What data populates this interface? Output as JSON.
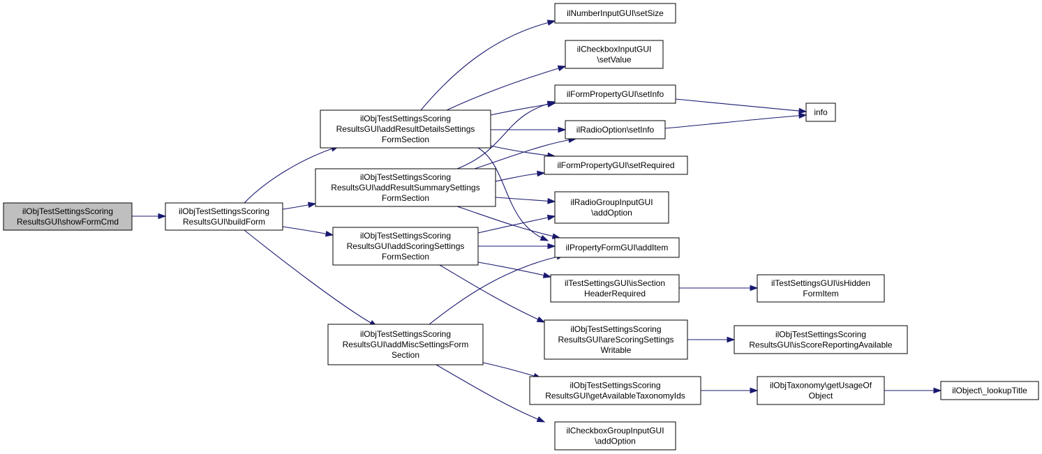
{
  "graph": {
    "colors": {
      "edge": "#191970",
      "root_fill": "#bfbfbf",
      "node_fill": "#ffffff",
      "border": "#000000"
    },
    "nodes": [
      {
        "id": "showFormCmd",
        "root": true,
        "lines": [
          "ilObjTestSettingsScoring",
          "ResultsGUI\\showFormCmd"
        ]
      },
      {
        "id": "buildForm",
        "lines": [
          "ilObjTestSettingsScoring",
          "ResultsGUI\\buildForm"
        ]
      },
      {
        "id": "addResultDetails",
        "lines": [
          "ilObjTestSettingsScoring",
          "ResultsGUI\\addResultDetailsSettings",
          "FormSection"
        ]
      },
      {
        "id": "addResultSummary",
        "lines": [
          "ilObjTestSettingsScoring",
          "ResultsGUI\\addResultSummarySettings",
          "FormSection"
        ]
      },
      {
        "id": "addScoringSettings",
        "lines": [
          "ilObjTestSettingsScoring",
          "ResultsGUI\\addScoringSettings",
          "FormSection"
        ]
      },
      {
        "id": "addMiscSettings",
        "lines": [
          "ilObjTestSettingsScoring",
          "ResultsGUI\\addMiscSettingsForm",
          "Section"
        ]
      },
      {
        "id": "numSetSize",
        "lines": [
          "ilNumberInputGUI\\setSize"
        ]
      },
      {
        "id": "chkSetValue",
        "lines": [
          "ilCheckboxInputGUI",
          "\\setValue"
        ]
      },
      {
        "id": "formPropSetInfo",
        "lines": [
          "ilFormPropertyGUI\\setInfo"
        ]
      },
      {
        "id": "info",
        "lines": [
          "info"
        ]
      },
      {
        "id": "radioSetInfo",
        "lines": [
          "ilRadioOption\\setInfo"
        ]
      },
      {
        "id": "setRequired",
        "lines": [
          "ilFormPropertyGUI\\setRequired"
        ]
      },
      {
        "id": "radioGroupAddOption",
        "lines": [
          "ilRadioGroupInputGUI",
          "\\addOption"
        ]
      },
      {
        "id": "addItem",
        "lines": [
          "ilPropertyFormGUI\\addItem"
        ]
      },
      {
        "id": "isSectionHeaderRequired",
        "lines": [
          "ilTestSettingsGUI\\isSection",
          "HeaderRequired"
        ]
      },
      {
        "id": "isHiddenFormItem",
        "lines": [
          "ilTestSettingsGUI\\isHidden",
          "FormItem"
        ]
      },
      {
        "id": "areScoringWritable",
        "lines": [
          "ilObjTestSettingsScoring",
          "ResultsGUI\\areScoringSettings",
          "Writable"
        ]
      },
      {
        "id": "isScoreReporting",
        "lines": [
          "ilObjTestSettingsScoring",
          "ResultsGUI\\isScoreReportingAvailable"
        ]
      },
      {
        "id": "getTaxonomyIds",
        "lines": [
          "ilObjTestSettingsScoring",
          "ResultsGUI\\getAvailableTaxonomyIds"
        ]
      },
      {
        "id": "getUsageOfObject",
        "lines": [
          "ilObjTaxonomy\\getUsageOf",
          "Object"
        ]
      },
      {
        "id": "lookupTitle",
        "lines": [
          "ilObject\\_lookupTitle"
        ]
      },
      {
        "id": "chkGroupAddOption",
        "lines": [
          "ilCheckboxGroupInputGUI",
          "\\addOption"
        ]
      }
    ],
    "edges": [
      [
        "showFormCmd",
        "buildForm"
      ],
      [
        "buildForm",
        "addResultDetails"
      ],
      [
        "buildForm",
        "addResultSummary"
      ],
      [
        "buildForm",
        "addScoringSettings"
      ],
      [
        "buildForm",
        "addMiscSettings"
      ],
      [
        "addResultDetails",
        "numSetSize"
      ],
      [
        "addResultDetails",
        "chkSetValue"
      ],
      [
        "addResultDetails",
        "formPropSetInfo"
      ],
      [
        "addResultDetails",
        "radioSetInfo"
      ],
      [
        "addResultDetails",
        "setRequired"
      ],
      [
        "addResultDetails",
        "addItem"
      ],
      [
        "addResultSummary",
        "formPropSetInfo"
      ],
      [
        "addResultSummary",
        "radioSetInfo"
      ],
      [
        "addResultSummary",
        "setRequired"
      ],
      [
        "addResultSummary",
        "radioGroupAddOption"
      ],
      [
        "addResultSummary",
        "addItem"
      ],
      [
        "addScoringSettings",
        "radioGroupAddOption"
      ],
      [
        "addScoringSettings",
        "addItem"
      ],
      [
        "addScoringSettings",
        "isSectionHeaderRequired"
      ],
      [
        "addScoringSettings",
        "areScoringWritable"
      ],
      [
        "addMiscSettings",
        "addItem"
      ],
      [
        "addMiscSettings",
        "getTaxonomyIds"
      ],
      [
        "addMiscSettings",
        "chkGroupAddOption"
      ],
      [
        "formPropSetInfo",
        "info"
      ],
      [
        "radioSetInfo",
        "info"
      ],
      [
        "isSectionHeaderRequired",
        "isHiddenFormItem"
      ],
      [
        "areScoringWritable",
        "isScoreReporting"
      ],
      [
        "getTaxonomyIds",
        "getUsageOfObject"
      ],
      [
        "getUsageOfObject",
        "lookupTitle"
      ]
    ]
  }
}
